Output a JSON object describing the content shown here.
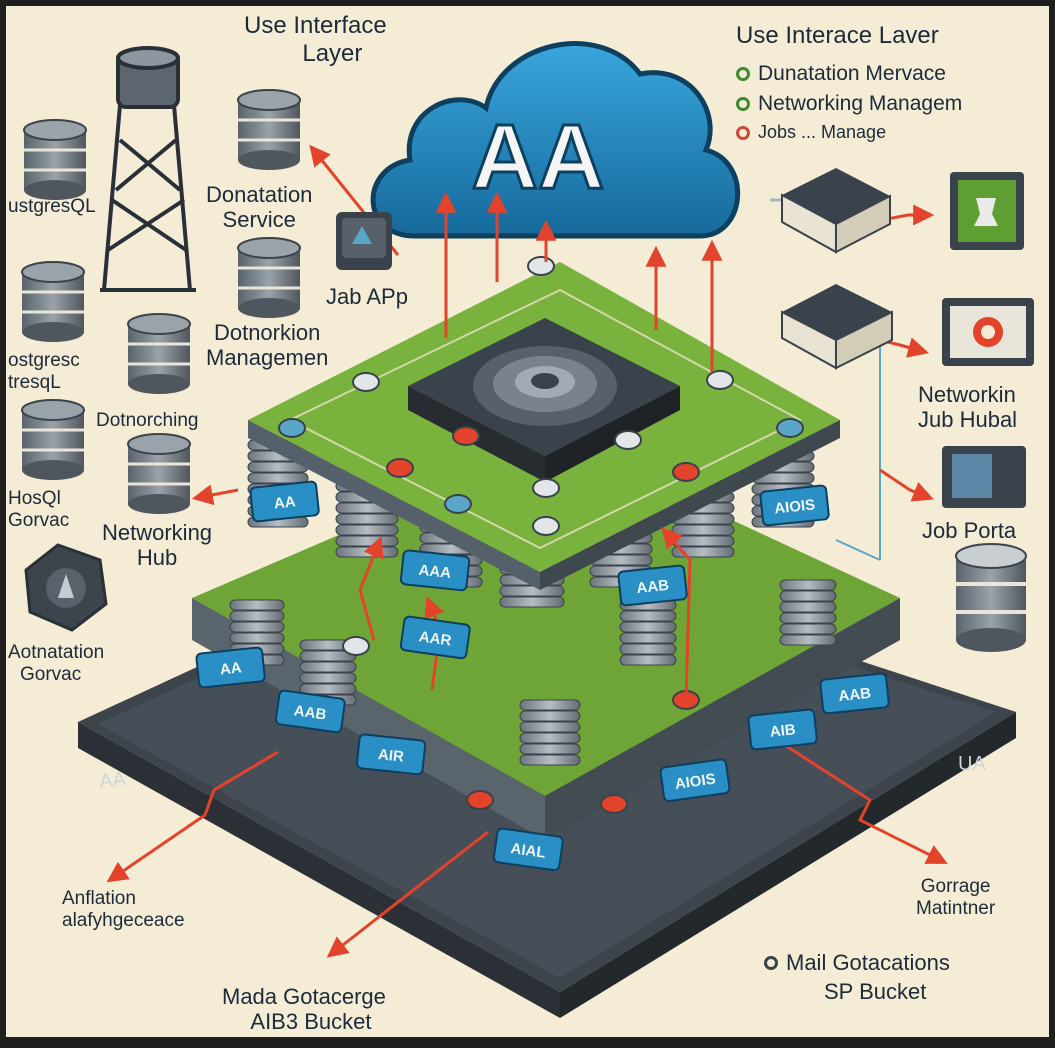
{
  "cloud": {
    "label": "AA",
    "fill": "#1f8fc7"
  },
  "labels": {
    "ui_layer": [
      "Use Interface",
      "Layer"
    ],
    "right_title": "Use Interace Laver",
    "legend": [
      {
        "text": "Dunatation Mervace",
        "color": "#3f8a2e"
      },
      {
        "text": "Networking Managem",
        "color": "#3f8a2e"
      },
      {
        "text": "Jobs ... Manage",
        "color": "#c94a3a"
      }
    ],
    "donatation_service": [
      "Donatation",
      "Service"
    ],
    "jab_app": "Jab APp",
    "dotnorkion": [
      "Dotnorkion",
      "Managemen"
    ],
    "postgresql_1": "ustgresQL",
    "postgresql_2": [
      "ostgresc",
      "tresqL"
    ],
    "dotnorching": "Dotnorching",
    "hosql": [
      "HosQl",
      "Gorvac"
    ],
    "networking_hub": [
      "Networking",
      "Hub"
    ],
    "aotnatation": [
      "Aotnatation",
      "Gorvac"
    ],
    "networking_jub": [
      "Networkin",
      "Jub Hubal"
    ],
    "job_portal": "Job Porta",
    "base_left": "AA",
    "base_right": "UA",
    "annot_left": [
      "Anflation",
      "alafyhgeceace"
    ],
    "media": [
      "Mada Gotacerge",
      "AIB3 Bucket"
    ],
    "mail": [
      "Mail Gotacations",
      "SP Bucket"
    ],
    "storage": [
      "Gorrage",
      "Matintner"
    ]
  },
  "chips": [
    "AA",
    "AAA",
    "AAR",
    "AAB",
    "AIOIS",
    "AA",
    "AAB",
    "AIR",
    "AIOIS",
    "AIB",
    "AAB",
    "AIAL"
  ],
  "colors": {
    "background": "#f5ecd6",
    "green_top": "#6fa536",
    "platform": "#4d5560",
    "arrow": "#e3432b",
    "disk": "#6a737d",
    "chip": "#2a8fc5"
  }
}
